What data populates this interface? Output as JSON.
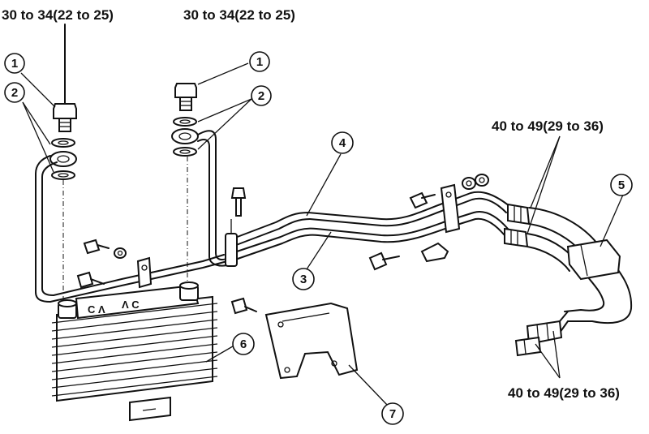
{
  "torques": {
    "bolt_left": "30 to 34(22 to 25)",
    "bolt_right": "30 to 34(22 to 25)",
    "cooler_upper": "40 to 49(29 to 36)",
    "cooler_lower": "40 to 49(29 to 36)"
  },
  "callouts": {
    "c1_left": "1",
    "c1_right": "1",
    "c2_left": "2",
    "c2_right": "2",
    "c3": "3",
    "c4": "4",
    "c5": "5",
    "c6": "6",
    "c7": "7"
  },
  "cooler_marks": {
    "a": "C Λ",
    "b": "Λ C"
  },
  "colors": {
    "ink": "#111111",
    "paper": "#ffffff"
  }
}
